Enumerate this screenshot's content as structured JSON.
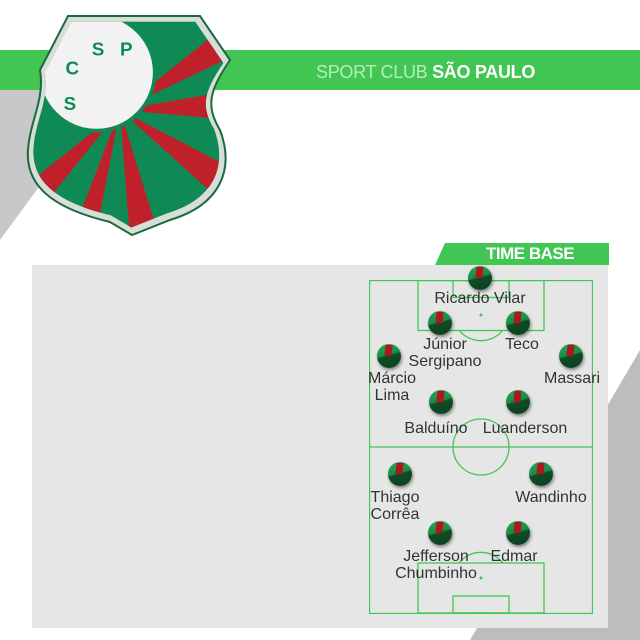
{
  "header": {
    "title_light": "SPORT CLUB",
    "title_bold": "SÃO PAULO"
  },
  "logo": {
    "letters": "SCSP"
  },
  "section": {
    "label": "TIME BASE"
  },
  "colors": {
    "green": "#42c653",
    "panel": "#e6e6e6",
    "crest_red": "#c0202a",
    "crest_green": "#0f8a55"
  },
  "players": [
    {
      "line1": "Ricardo Vilar",
      "line2": ""
    },
    {
      "line1": "Júnior",
      "line2": "Sergipano"
    },
    {
      "line1": "Teco",
      "line2": ""
    },
    {
      "line1": "Márcio",
      "line2": "Lima"
    },
    {
      "line1": "Massari",
      "line2": ""
    },
    {
      "line1": "Balduíno",
      "line2": ""
    },
    {
      "line1": "Luanderson",
      "line2": ""
    },
    {
      "line1": "Thiago",
      "line2": "Corrêa"
    },
    {
      "line1": "Wandinho",
      "line2": ""
    },
    {
      "line1": "Jefferson",
      "line2": "Chumbinho"
    },
    {
      "line1": "Edmar",
      "line2": ""
    }
  ]
}
